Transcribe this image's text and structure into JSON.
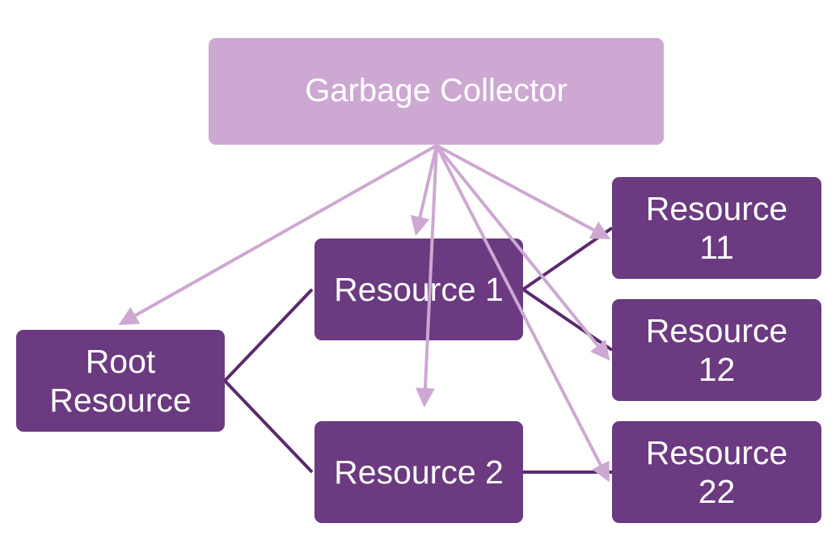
{
  "diagram": {
    "nodes": {
      "garbage_collector": "Garbage Collector",
      "root_resource": "Root\nResource",
      "resource_1": "Resource 1",
      "resource_2": "Resource 2",
      "resource_11": "Resource\n11",
      "resource_12": "Resource\n12",
      "resource_22": "Resource\n22"
    },
    "references": [
      [
        "root_resource",
        "resource_1"
      ],
      [
        "root_resource",
        "resource_2"
      ],
      [
        "resource_1",
        "resource_11"
      ],
      [
        "resource_1",
        "resource_12"
      ],
      [
        "resource_2",
        "resource_22"
      ]
    ],
    "collector_edges": [
      "root_resource",
      "resource_1",
      "resource_2",
      "resource_11",
      "resource_12",
      "resource_22"
    ],
    "colors": {
      "node_dark": "#6b3a80",
      "node_light": "#cda8d2",
      "reference_line": "#5b2a6e",
      "collector_arrow": "#cda8d2",
      "text": "#ffffff"
    }
  }
}
